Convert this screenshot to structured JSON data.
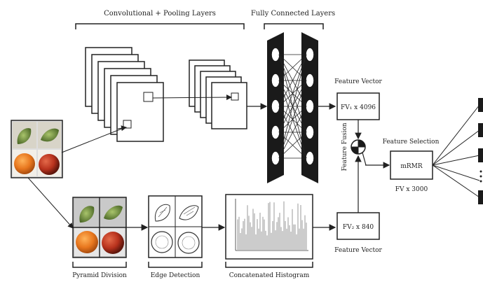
{
  "labels": {
    "conv_pool": "Convolutional + Pooling Layers",
    "fully_connected": "Fully Connected Layers",
    "feature_vector_top": "Feature Vector",
    "feature_vector_bottom": "Feature Vector",
    "fv1": "FV₁ x 4096",
    "fv2": "FV₂ x 840",
    "feature_fusion": "Feature Fusion",
    "feature_selection": "Feature Selection",
    "mrmr": "mRMR",
    "fv_out": "FV x 3000",
    "pyramid_division": "Pyramid Division",
    "edge_detection": "Edge Detection",
    "concatenated_histogram": "Concatenated Histogram"
  },
  "colors": {
    "line": "#222222",
    "fc_bar": "#1a1a1a",
    "orange": "#e8771e",
    "apple": "#b8321d",
    "leaf": "#6b8a3a"
  }
}
